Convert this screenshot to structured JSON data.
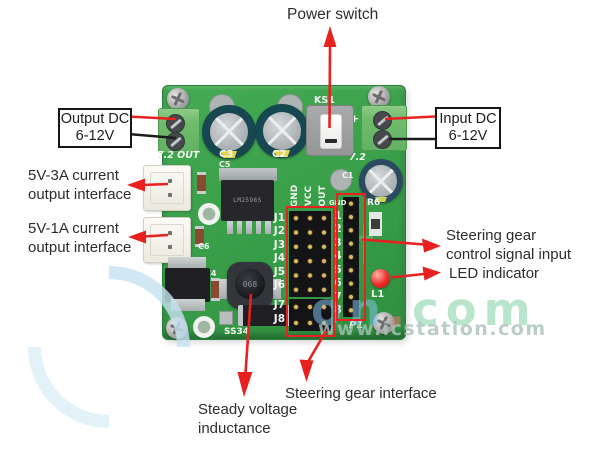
{
  "colors": {
    "annotation_red": "#e8201f",
    "annotation_black": "#1c1c1c",
    "board_green": "#3aa04a",
    "terminal_green": "#6fbc6d",
    "led_red": "#ee2a28",
    "label_text": "#2d2d2d"
  },
  "annotations": {
    "power_switch": "Power switch",
    "output_dc_line1": "Output DC",
    "output_dc_line2": "6-12V",
    "input_dc_line1": "Input DC",
    "input_dc_line2": "6-12V",
    "out_5v3a_line1": "5V-3A current",
    "out_5v3a_line2": "output interface",
    "out_5v1a_line1": "5V-1A current",
    "out_5v1a_line2": "output interface",
    "signal_input_line1": "Steering gear",
    "signal_input_line2": "control signal input",
    "led_indicator": "LED indicator",
    "inductance_line1": "Steady voltage",
    "inductance_line2": "inductance",
    "servo_interface": "Steering gear interface"
  },
  "board": {
    "silkscreen": {
      "ks1": "KS1",
      "out_terminal": "7.2 OUT",
      "in_terminal": "7.2",
      "plus": "+",
      "c1": "C1",
      "c2": "C2",
      "c3": "C3",
      "c4": "C4",
      "c5": "C5",
      "c6": "C6",
      "r6": "R6",
      "l1": "L1",
      "p1": "P1",
      "ss34": "SS34",
      "col_labels": [
        "GND",
        "VCC",
        "OUT"
      ],
      "row_labels": [
        "J1",
        "J2",
        "J3",
        "J4",
        "J5",
        "J6",
        "J7",
        "J8"
      ],
      "pin_col_top": "GND",
      "pin_numbers": [
        "1",
        "2",
        "3",
        "4",
        "5",
        "6",
        "7",
        "8"
      ],
      "ic_marking": "LM2596S",
      "inductor_marking": "068"
    }
  },
  "watermark": {
    "big_prefix": "on",
    "big_dot": ".",
    "big_suffix": "com",
    "small": "www.icstation.com"
  }
}
